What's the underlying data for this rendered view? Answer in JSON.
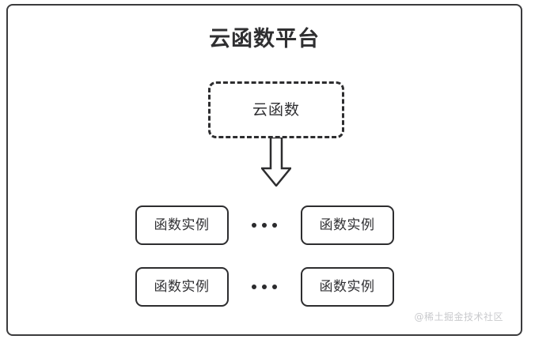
{
  "diagram": {
    "title": "云函数平台",
    "source_box": {
      "label": "云函数",
      "style": "dashed"
    },
    "arrow": {
      "icon": "down-block-arrow",
      "direction": "down"
    },
    "rows": [
      {
        "left_box_label": "函数实例",
        "ellipsis": "…",
        "right_box_label": "函数实例"
      },
      {
        "left_box_label": "函数实例",
        "ellipsis": "…",
        "right_box_label": "函数实例"
      }
    ],
    "watermark": "@稀土掘金技术社区",
    "colors": {
      "stroke": "#2d2d2f",
      "text": "#303033",
      "background": "#ffffff",
      "watermark": "#c9cacd"
    }
  }
}
